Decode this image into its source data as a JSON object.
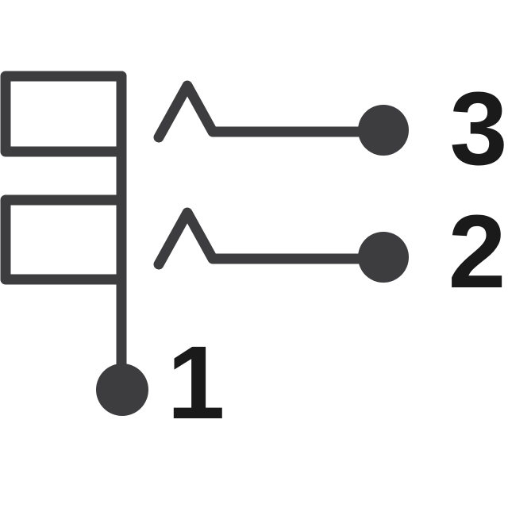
{
  "diagram": {
    "type": "schematic-symbol",
    "description": "3-terminal detector switch schematic: two box elements on a common left bus line ending at pin 1, and two spring contact arms (chevrons) with horizontal leads ending at terminal dots for pins 3 and 2",
    "pins": [
      {
        "number": "1",
        "role": "common-terminal",
        "position": "bottom-left"
      },
      {
        "number": "2",
        "role": "contact-terminal",
        "position": "middle-right"
      },
      {
        "number": "3",
        "role": "contact-terminal",
        "position": "top-right"
      }
    ],
    "labels": {
      "pin1": "1",
      "pin2": "2",
      "pin3": "3"
    }
  },
  "colors": {
    "line": "#3d3d3f",
    "label": "#1a1a1a",
    "background": "#ffffff"
  }
}
